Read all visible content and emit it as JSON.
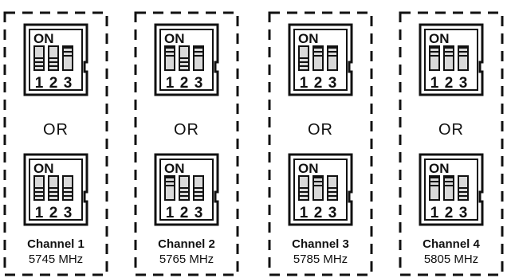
{
  "channels": [
    {
      "name": "Channel 1",
      "freq": "5745 MHz",
      "option_a": [
        false,
        false,
        true
      ],
      "option_b": [
        false,
        false,
        false
      ]
    },
    {
      "name": "Channel 2",
      "freq": "5765 MHz",
      "option_a": [
        true,
        false,
        true
      ],
      "option_b": [
        true,
        false,
        false
      ]
    },
    {
      "name": "Channel 3",
      "freq": "5785 MHz",
      "option_a": [
        false,
        true,
        true
      ],
      "option_b": [
        false,
        true,
        false
      ]
    },
    {
      "name": "Channel 4",
      "freq": "5805 MHz",
      "option_a": [
        true,
        true,
        true
      ],
      "option_b": [
        true,
        true,
        false
      ]
    }
  ],
  "switch_labels": {
    "on": "ON",
    "pins": [
      "1",
      "2",
      "3"
    ]
  },
  "or_label": "OR"
}
